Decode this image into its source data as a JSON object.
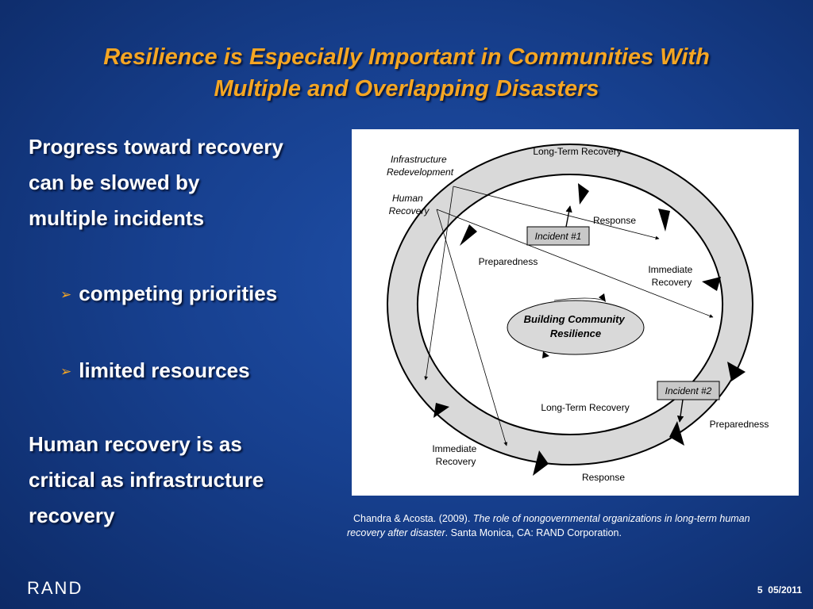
{
  "slide": {
    "title_line1": "Resilience is Especially Important in Communities With",
    "title_line2": "Multiple and Overlapping Disasters",
    "body": {
      "para1": [
        "Progress toward recovery",
        "can be slowed by",
        "multiple incidents"
      ],
      "bullets": [
        "competing priorities",
        "limited resources"
      ],
      "para2": [
        "Human recovery is as",
        "critical as infrastructure",
        "recovery"
      ]
    },
    "bullet_glyph": "➢"
  },
  "diagram": {
    "outer_labels": {
      "long_term_recovery_top": "Long-Term Recovery",
      "response_top": "Response",
      "preparedness_top": "Preparedness",
      "immediate_recovery_top": [
        "Immediate",
        "Recovery"
      ],
      "long_term_recovery_bottom": "Long-Term Recovery",
      "preparedness_bottom": "Preparedness",
      "immediate_recovery_bottom": [
        "Immediate",
        "Recovery"
      ],
      "response_bottom": "Response"
    },
    "side_labels": {
      "infrastructure": [
        "Infrastructure",
        "Redevelopment"
      ],
      "human": [
        "Human",
        "Recovery"
      ]
    },
    "incidents": [
      "Incident #1",
      "Incident #2"
    ],
    "center": [
      "Building Community",
      "Resilience"
    ]
  },
  "citation": {
    "authors": "Chandra & Acosta. (2009). ",
    "title_part1": "The role of nongovernmental organizations in long-term human",
    "title_part2": "recovery after disaster",
    "publisher": ". Santa Monica, CA: RAND Corporation."
  },
  "footer": {
    "logo": "RAND",
    "page": "5",
    "date": "05/2011"
  },
  "colors": {
    "title": "#f5a623",
    "background": "#17408f",
    "ring_fill": "#d9d9d9",
    "incident_box": "#c8c8c8"
  }
}
